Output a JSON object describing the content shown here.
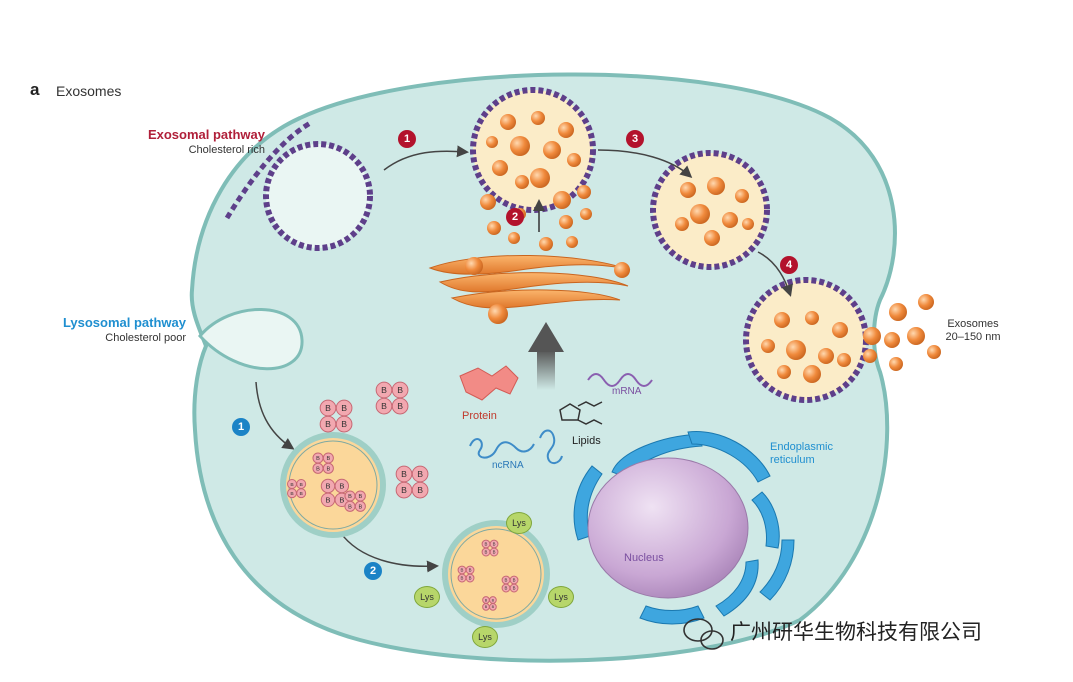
{
  "panel": {
    "letter": "a",
    "title": "Exosomes"
  },
  "pathways": {
    "exosomal": {
      "title": "Exosomal pathway",
      "subtitle": "Cholesterol rich"
    },
    "lysosomal": {
      "title": "Lysosomal pathway",
      "subtitle": "Cholesterol poor"
    }
  },
  "steps": {
    "exosomal": [
      "1",
      "2",
      "3",
      "4"
    ],
    "lysosomal": [
      "1",
      "2"
    ]
  },
  "exosome_release": {
    "label": "Exosomes",
    "size": "20–150 nm"
  },
  "cargo": {
    "protein": "Protein",
    "mrna": "mRNA",
    "lipids": "Lipids",
    "ncrna": "ncRNA"
  },
  "organelles": {
    "er_line1": "Endoplasmic",
    "er_line2": "reticulum",
    "nucleus": "Nucleus"
  },
  "lysosome_label": "Lys",
  "cargo_unit_label": "B",
  "watermark": "广州研华生物科技有限公司",
  "colors": {
    "cell_fill": "#cfe9e6",
    "cell_membrane": "#7fbdb7",
    "vesicle_fill": "#fbecc8",
    "vesicle_membrane": "#5e3f8a",
    "exosome_orange": "#f08a3c",
    "golgi_orange": "#f29a4a",
    "er_blue": "#3ea6df",
    "nucleus_purple": "#c9a7d4",
    "exosomal_red": "#b0203a",
    "lysosomal_blue": "#1f8fd0",
    "lysosome_green": "#b7d66a"
  }
}
